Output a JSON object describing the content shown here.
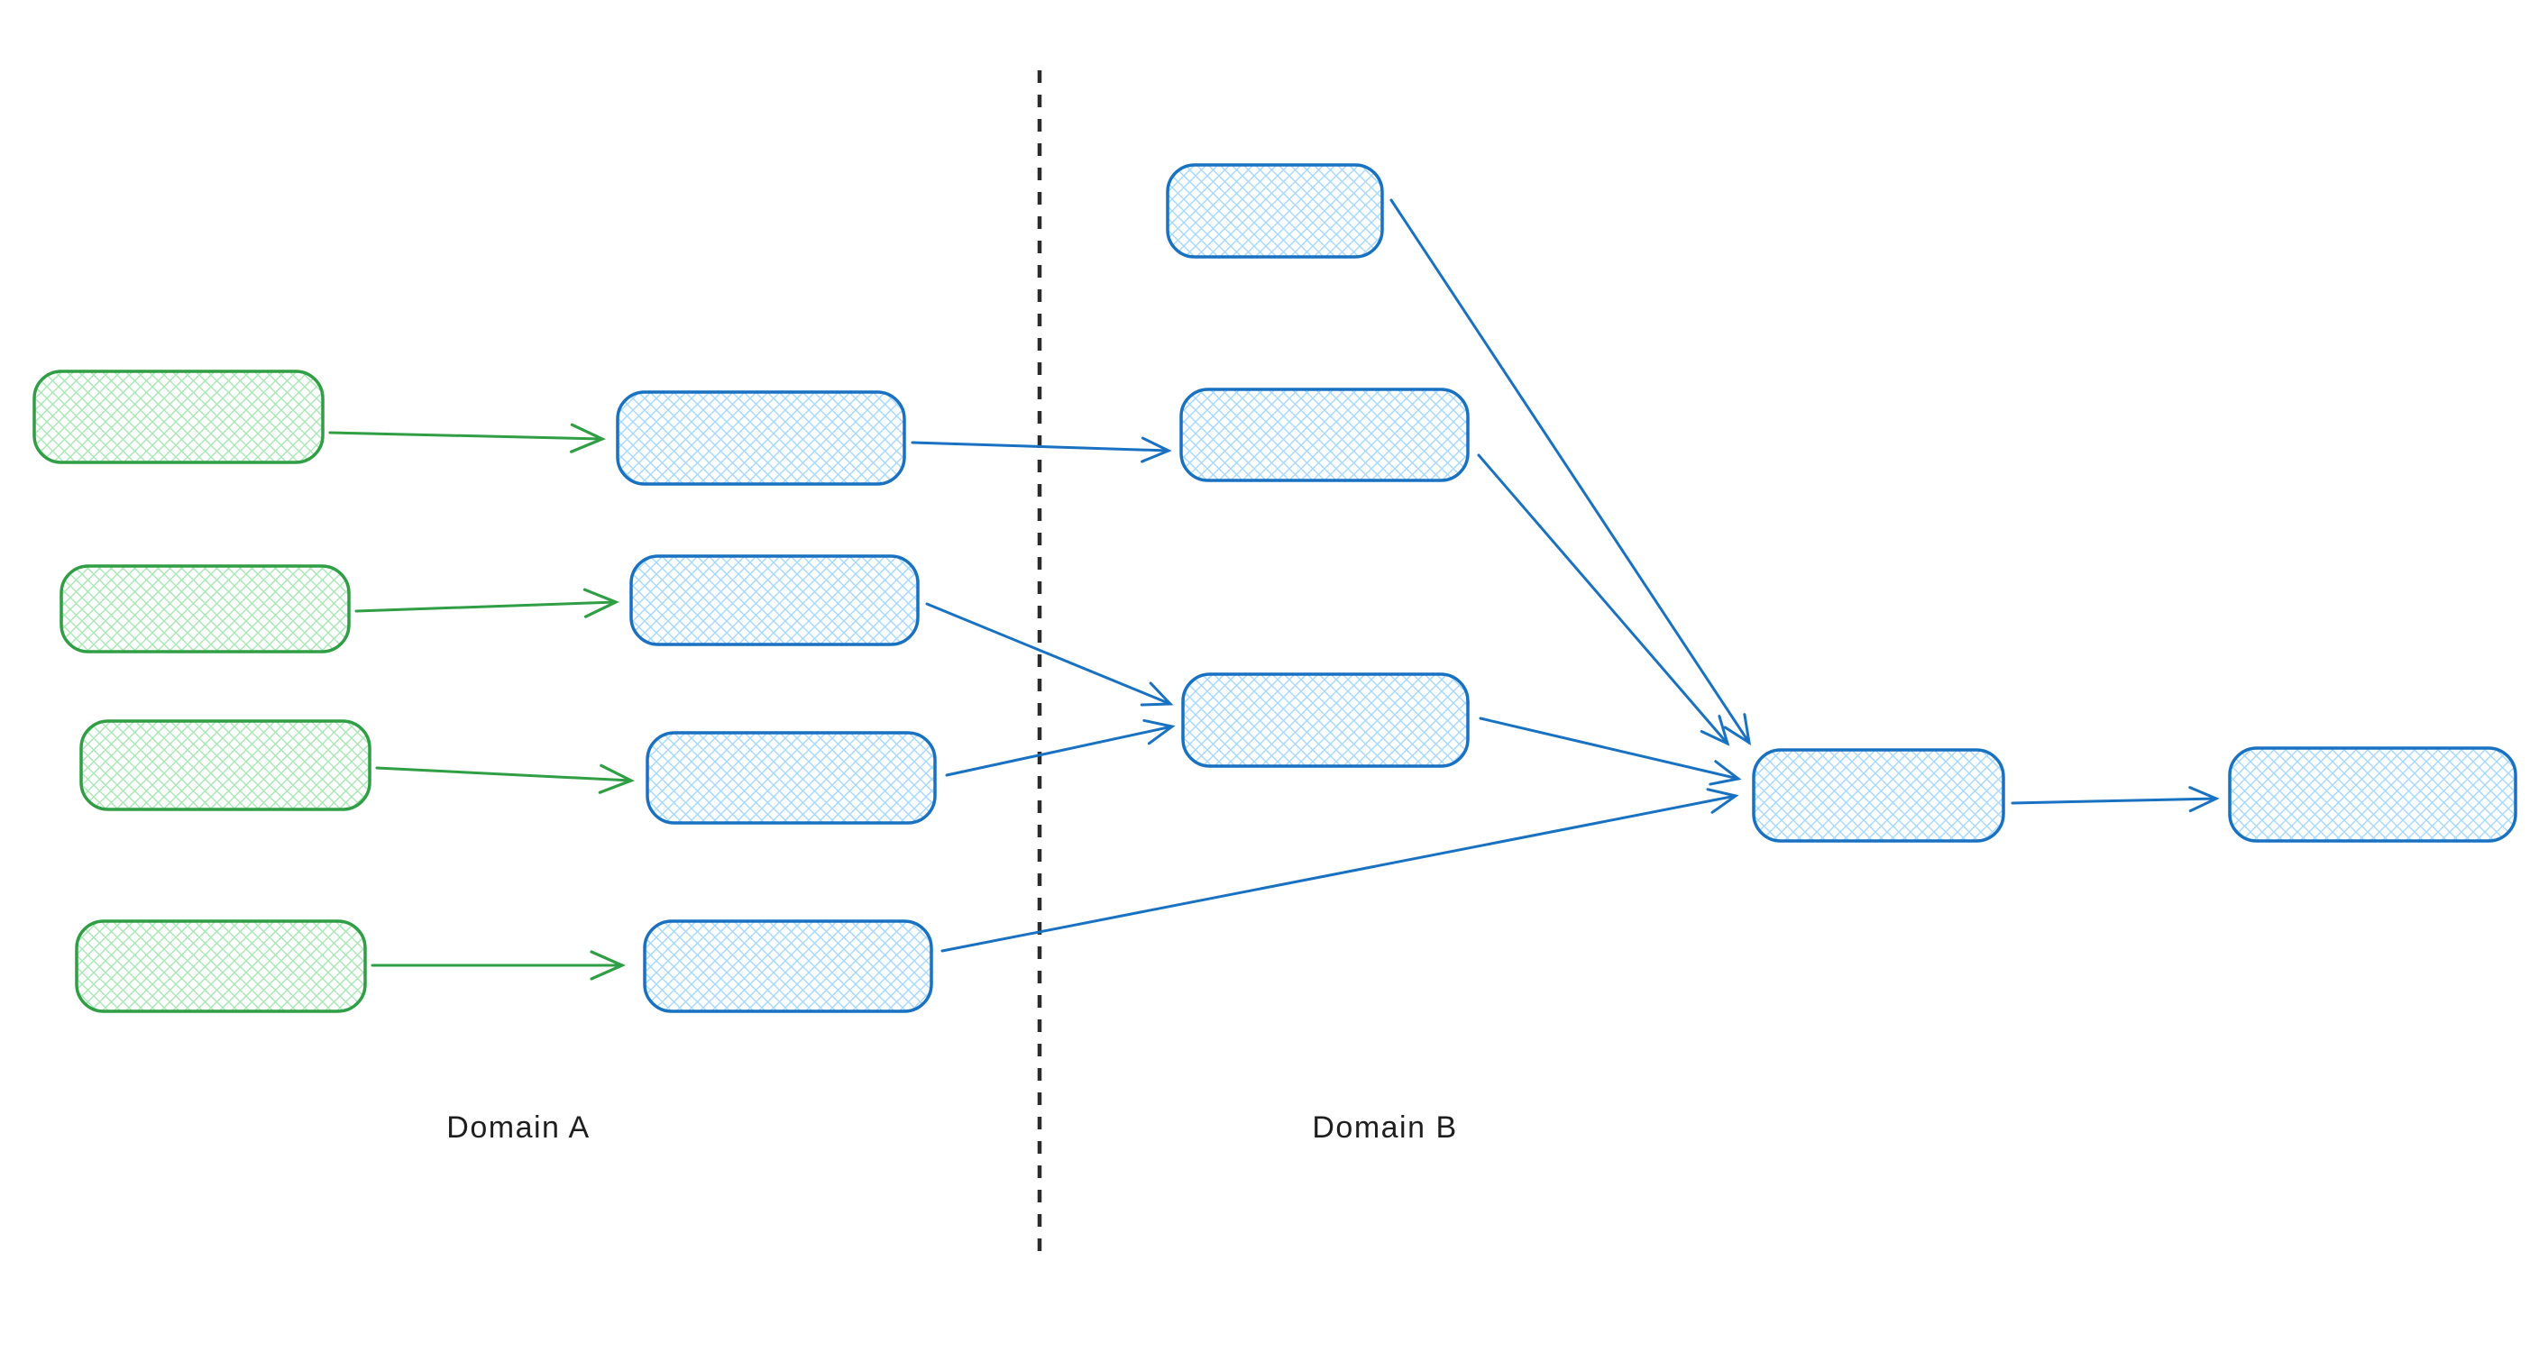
{
  "page": {
    "background": "#ffffff",
    "kind": "hand-drawn flowchart, two domains separated by dashed divider, boxes contain no text"
  },
  "diagram": {
    "labels": {
      "domain_a": "Domain A",
      "domain_b": "Domain B"
    },
    "colors": {
      "green_stroke": "#2f9e44",
      "green_fill_hatch": "#a6e7b3",
      "blue_stroke": "#1971c2",
      "blue_fill_hatch": "#a5d8ff",
      "divider": "#2b2b2b",
      "label_text": "#1e1e1e"
    },
    "divider": {
      "orientation": "vertical",
      "style": "dashed",
      "separates": [
        "Domain A",
        "Domain B"
      ]
    },
    "nodes": [
      {
        "id": "a-src-1",
        "domain": "A",
        "color": "green",
        "label": ""
      },
      {
        "id": "a-src-2",
        "domain": "A",
        "color": "green",
        "label": ""
      },
      {
        "id": "a-src-3",
        "domain": "A",
        "color": "green",
        "label": ""
      },
      {
        "id": "a-src-4",
        "domain": "A",
        "color": "green",
        "label": ""
      },
      {
        "id": "a-mid-1",
        "domain": "A",
        "color": "blue",
        "label": ""
      },
      {
        "id": "a-mid-2",
        "domain": "A",
        "color": "blue",
        "label": ""
      },
      {
        "id": "a-mid-3",
        "domain": "A",
        "color": "blue",
        "label": ""
      },
      {
        "id": "a-mid-4",
        "domain": "A",
        "color": "blue",
        "label": ""
      },
      {
        "id": "b-in-1",
        "domain": "B",
        "color": "blue",
        "label": ""
      },
      {
        "id": "b-in-2",
        "domain": "B",
        "color": "blue",
        "label": ""
      },
      {
        "id": "b-merge",
        "domain": "B",
        "color": "blue",
        "label": ""
      },
      {
        "id": "b-hub",
        "domain": "B",
        "color": "blue",
        "label": ""
      },
      {
        "id": "b-out",
        "domain": "B",
        "color": "blue",
        "label": ""
      }
    ],
    "edges": [
      {
        "from": "a-src-1",
        "to": "a-mid-1",
        "color": "green"
      },
      {
        "from": "a-src-2",
        "to": "a-mid-2",
        "color": "green"
      },
      {
        "from": "a-src-3",
        "to": "a-mid-3",
        "color": "green"
      },
      {
        "from": "a-src-4",
        "to": "a-mid-4",
        "color": "green"
      },
      {
        "from": "a-mid-1",
        "to": "b-in-2",
        "color": "blue"
      },
      {
        "from": "a-mid-2",
        "to": "b-merge",
        "color": "blue"
      },
      {
        "from": "a-mid-3",
        "to": "b-merge",
        "color": "blue"
      },
      {
        "from": "a-mid-4",
        "to": "b-hub",
        "color": "blue"
      },
      {
        "from": "b-in-1",
        "to": "b-hub",
        "color": "blue"
      },
      {
        "from": "b-in-2",
        "to": "b-hub",
        "color": "blue"
      },
      {
        "from": "b-merge",
        "to": "b-hub",
        "color": "blue"
      },
      {
        "from": "b-hub",
        "to": "b-out",
        "color": "blue"
      }
    ]
  }
}
